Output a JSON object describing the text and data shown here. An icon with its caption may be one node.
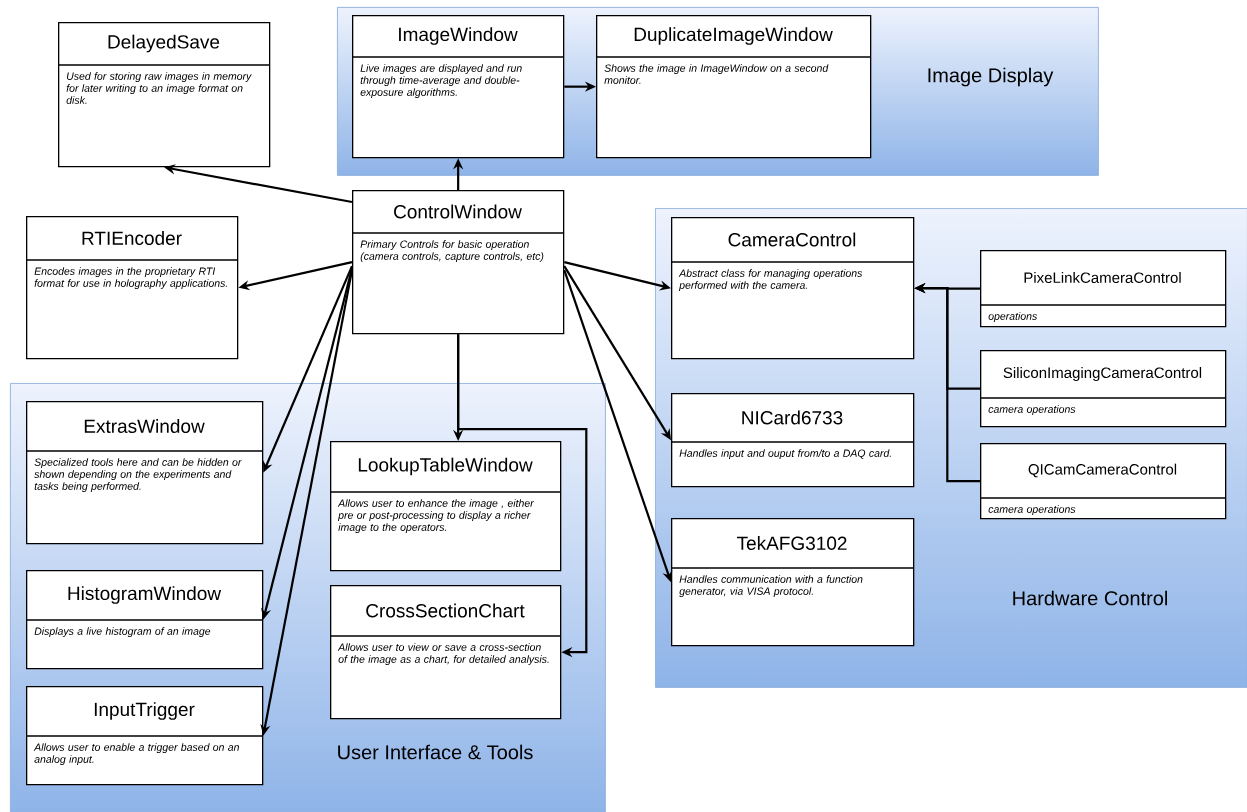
{
  "diagram": {
    "nodes": [
      {
        "text": [
          "Image Display"
        ]
      },
      {
        "text": [
          "ImageWindow",
          "Live images are displayed and run through time-average and double-exposure algorithms."
        ],
        "in": 0
      },
      {
        "text": [
          "DuplicateImageWindow",
          "Shows the image in ImageWindow on a second monitor."
        ],
        "in": 0
      },
      {
        "text": [
          "DelayedSave",
          "Used for storing raw images in memory for later writing to an image format on disk."
        ]
      },
      {
        "text": [
          "ControlWindow",
          "Primary Controls for basic operation (camera controls, capture controls, etc)"
        ]
      },
      {
        "text": [
          "RTIEncoder",
          "Encodes images in the proprietary RTI format for use in holography applications."
        ]
      },
      {
        "text": [
          "Hardware Control"
        ]
      },
      {
        "text": [
          "CameraControl",
          "Abstract class for managing operations performed with the camera."
        ],
        "in": 6
      },
      {
        "text": [
          "PixeLinkCameraControl",
          "operations"
        ],
        "in": 6
      },
      {
        "text": [
          "SiliconImagingCameraControl",
          "camera operations"
        ],
        "in": 6
      },
      {
        "text": [
          "QICamCameraControl",
          "camera operations"
        ],
        "in": 6
      },
      {
        "text": [
          "NICard6733",
          "Handles input and ouput from/to a DAQ card."
        ],
        "in": 6
      },
      {
        "text": [
          "TekAFG3102",
          "Handles communication with a function generator, via VISA protocol."
        ],
        "in": 6
      },
      {
        "text": [
          "User Interface & Tools"
        ]
      },
      {
        "text": [
          "ExtrasWindow",
          "Specialized tools here and can be hidden or shown depending on the experiments and tasks being performed."
        ],
        "in": 13
      },
      {
        "text": [
          "LookupTableWindow",
          "Allows user to enhance the image , either pre or post-processing to display a richer image to the operators."
        ],
        "in": 13
      },
      {
        "text": [
          "HistogramWindow",
          "Displays a live histogram of an image"
        ],
        "in": 13
      },
      {
        "text": [
          "CrossSectionChart",
          "Allows user to view or save a cross-section of the image as a chart, for detailed analysis."
        ],
        "in": 13
      },
      {
        "text": [
          "InputTrigger",
          "Allows user to enable a trigger based on an analog input."
        ],
        "in": 13
      }
    ],
    "edges": [
      {
        "from": 4,
        "to": 1,
        "arrow": "to"
      },
      {
        "from": 1,
        "to": 2,
        "arrow": "to"
      },
      {
        "from": 4,
        "to": 3,
        "arrow": "to"
      },
      {
        "from": 4,
        "to": 5,
        "arrow": "to"
      },
      {
        "from": 4,
        "to": 7,
        "arrow": "to"
      },
      {
        "from": 4,
        "to": 11,
        "arrow": "to"
      },
      {
        "from": 4,
        "to": 12,
        "arrow": "to"
      },
      {
        "from": 4,
        "to": 14,
        "arrow": "to"
      },
      {
        "from": 4,
        "to": 16,
        "arrow": "to"
      },
      {
        "from": 4,
        "to": 18,
        "arrow": "to"
      },
      {
        "from": 4,
        "to": 15,
        "arrow": "to"
      },
      {
        "from": 4,
        "to": 17,
        "arrow": "to"
      },
      {
        "from": 8,
        "to": 7,
        "arrow": "to"
      },
      {
        "from": 9,
        "to": 7,
        "arrow": "to"
      },
      {
        "from": 10,
        "to": 7,
        "arrow": "to"
      }
    ]
  }
}
